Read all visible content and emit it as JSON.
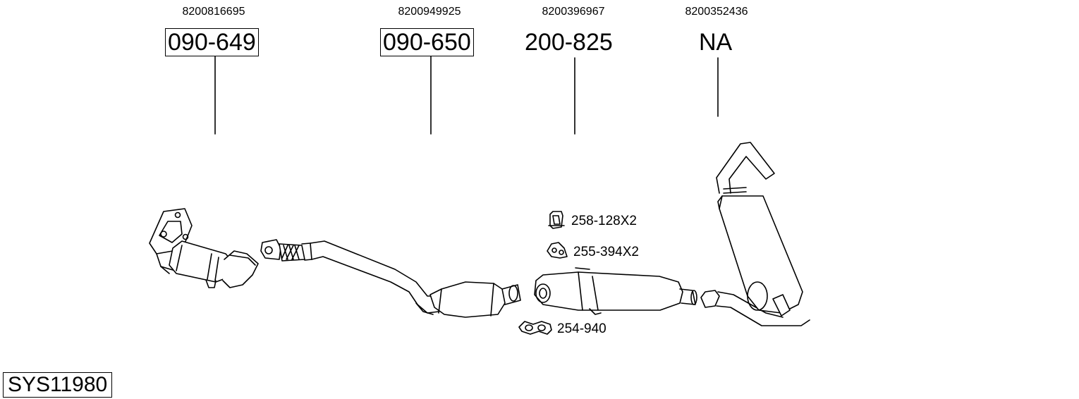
{
  "system_code": "SYS11980",
  "parts": [
    {
      "oem": "8200816695",
      "ref": "090-649",
      "boxed": true
    },
    {
      "oem": "8200949925",
      "ref": "090-650",
      "boxed": true
    },
    {
      "oem": "8200396967",
      "ref": "200-825",
      "boxed": false
    },
    {
      "oem": "8200352436",
      "ref": "NA",
      "boxed": false
    }
  ],
  "accessories": [
    {
      "label": "258-128X2",
      "icon": "rubber-hanger-icon"
    },
    {
      "label": "255-394X2",
      "icon": "mounting-ring-icon"
    },
    {
      "label": "254-940",
      "icon": "clamp-icon"
    }
  ]
}
